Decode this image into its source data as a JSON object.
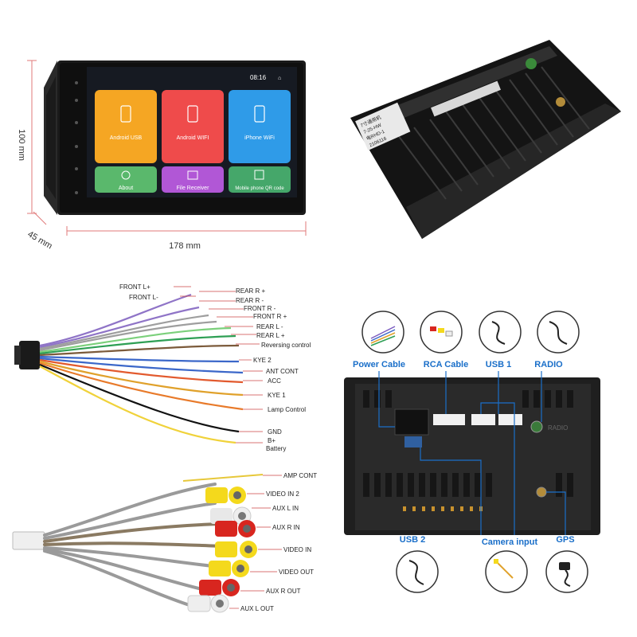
{
  "dimensions": {
    "height": "100 mm",
    "depth": "45 mm",
    "width": "178 mm"
  },
  "screen": {
    "time": "08:16",
    "tiles": [
      {
        "label": "Android USB",
        "color": "#f5a623",
        "icon": "phone-icon"
      },
      {
        "label": "Android WIFI",
        "color": "#ef4b4b",
        "icon": "phone-icon"
      },
      {
        "label": "iPhone WiFi",
        "color": "#2f9be8",
        "icon": "phone-icon"
      },
      {
        "label": "About",
        "color": "#5ab86c",
        "icon": "info-icon"
      },
      {
        "label": "File Receiver",
        "color": "#b157d6",
        "icon": "download-icon"
      },
      {
        "label": "Mobile phone QR code",
        "color": "#45a76a",
        "icon": "qr-icon"
      }
    ]
  },
  "back_label": {
    "lines": [
      "7寸通用机",
      "7-25-HW",
      "电RHD-1",
      "2106116"
    ]
  },
  "harness": {
    "left_labels": [
      "FRONT L+",
      "FRONT L-"
    ],
    "right_labels": [
      "REAR R +",
      "REAR R -",
      "FRONT R -",
      "FRONT R +",
      "REAR L -",
      "REAR L +",
      "Reversing control",
      "KYE 2",
      "ANT CONT",
      "ACC",
      "KYE 1",
      "Lamp Control",
      "GND",
      "B+",
      "Battery"
    ]
  },
  "rca": {
    "labels": [
      "AMP CONT",
      "VIDEO IN 2",
      "AUX L IN",
      "AUX R IN",
      "VIDEO IN",
      "VIDEO OUT",
      "AUX R OUT",
      "AUX L OUT"
    ]
  },
  "ports": {
    "top_labels": [
      "Power Cable",
      "RCA Cable",
      "USB 1",
      "RADIO"
    ],
    "bottom_labels": [
      "USB 2",
      "Camera input",
      "GPS"
    ],
    "radio_marking": "RADIO"
  },
  "colors": {
    "accent_blue": "#1a6fc9",
    "dimension_line": "#e07a7a"
  }
}
